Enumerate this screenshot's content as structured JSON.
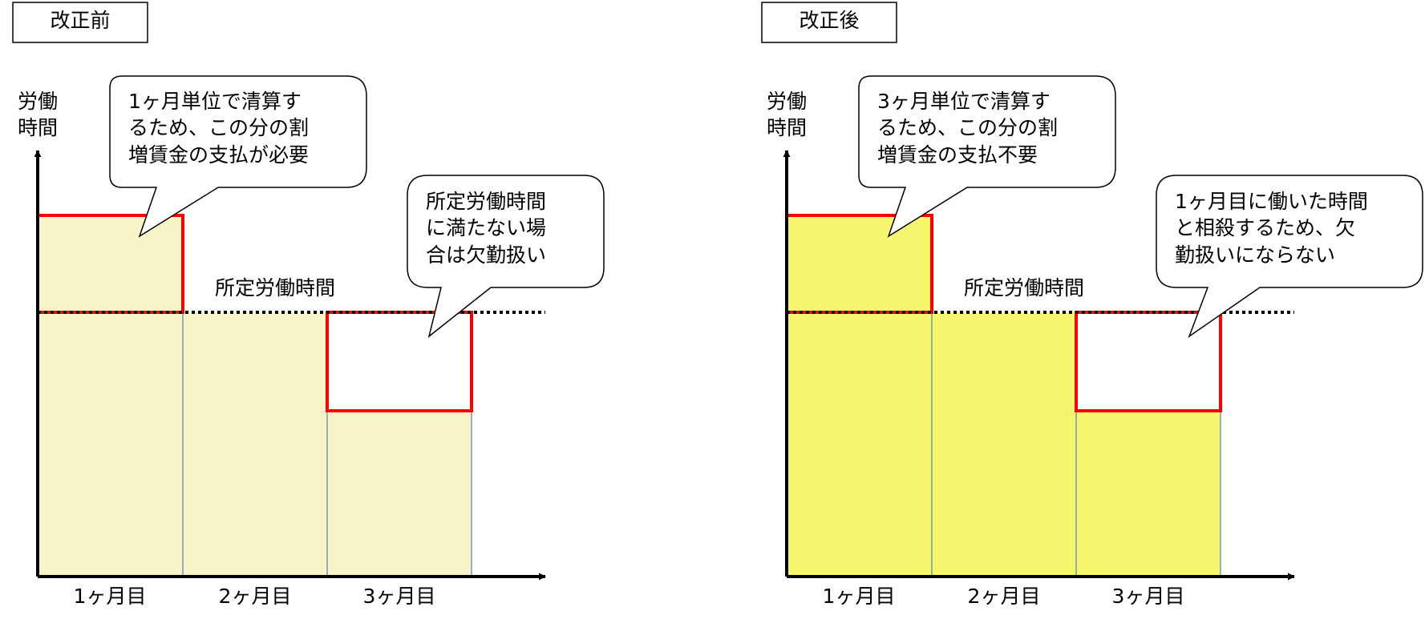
{
  "colors": {
    "before_fill": "#f8f4c8",
    "after_fill": "#f7f76e",
    "red": "#ff0000",
    "divider": "#4f81bd",
    "axis": "#000000",
    "dotted": "#000000"
  },
  "panels": [
    {
      "title": "改正前",
      "y_axis_label": [
        "労働",
        "時間"
      ],
      "standard_label": "所定労働時間",
      "months": [
        "1ヶ月目",
        "2ヶ月目",
        "3ヶ月目"
      ],
      "levels": {
        "month1": "above",
        "month2": "standard",
        "month3": "below"
      },
      "bubble_top": [
        "1ヶ月単位で清算す",
        "るため、この分の割",
        "増賃金の支払が必要"
      ],
      "bubble_right": [
        "所定労働時間",
        "に満たない場",
        "合は欠勤扱い"
      ]
    },
    {
      "title": "改正後",
      "y_axis_label": [
        "労働",
        "時間"
      ],
      "standard_label": "所定労働時間",
      "months": [
        "1ヶ月目",
        "2ヶ月目",
        "3ヶ月目"
      ],
      "levels": {
        "month1": "above",
        "month2": "standard",
        "month3": "below"
      },
      "bubble_top": [
        "3ヶ月単位で清算す",
        "るため、この分の割",
        "増賃金の支払不要"
      ],
      "bubble_right": [
        "1ヶ月目に働いた時間",
        "と相殺するため、欠",
        "勤扱いにならない"
      ]
    }
  ]
}
